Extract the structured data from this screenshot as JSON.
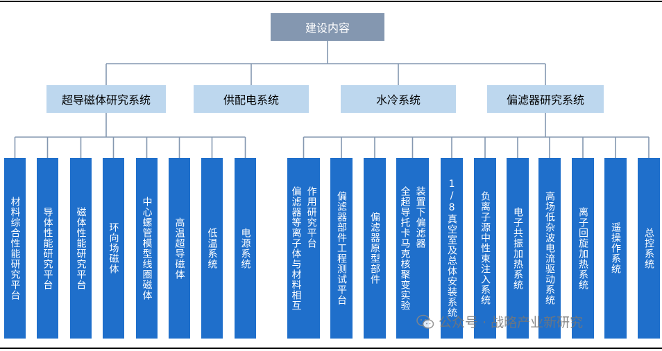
{
  "root": {
    "label": "建设内容"
  },
  "level1": [
    {
      "label": "超导磁体研究系统"
    },
    {
      "label": "供配电系统"
    },
    {
      "label": "水冷系统"
    },
    {
      "label": "偏滤器研究系统"
    }
  ],
  "magnet_children": [
    {
      "lines": [
        "材料综合性能研究平台"
      ]
    },
    {
      "lines": [
        "导体性能研究平台"
      ]
    },
    {
      "lines": [
        "磁体性能研究平台"
      ]
    },
    {
      "lines": [
        "环向场磁体"
      ]
    },
    {
      "lines": [
        "中心螺管模型线圈磁体"
      ]
    },
    {
      "lines": [
        "高温超导磁体"
      ]
    },
    {
      "lines": [
        "低温系统"
      ]
    },
    {
      "lines": [
        "电源系统"
      ]
    }
  ],
  "divertor_children": [
    {
      "lines": [
        "偏滤器等离子体与材料相互",
        "作用研究平台"
      ]
    },
    {
      "lines": [
        "偏滤器部件工程测试平台"
      ]
    },
    {
      "lines": [
        "偏滤器原型部件"
      ]
    },
    {
      "lines": [
        "全超导托卡马克核聚变实验",
        "装置下偏滤器"
      ]
    },
    {
      "lines": [
        "1/8真空室及总体安装系统"
      ]
    },
    {
      "lines": [
        "负离子源中性束注入系统"
      ]
    },
    {
      "lines": [
        "电子共振加热系统"
      ]
    },
    {
      "lines": [
        "高场低杂波电流驱动系统"
      ]
    },
    {
      "lines": [
        "离子回旋加热系统"
      ]
    },
    {
      "lines": [
        "遥操作系统"
      ]
    },
    {
      "lines": [
        "总控系统"
      ]
    }
  ],
  "watermark": {
    "text": "公众号 · 战略产业新研究",
    "icon": "wechat-icon"
  },
  "colors": {
    "root_fill": "#8497b0",
    "level1_fill": "#bdd7ee",
    "leaf_fill": "#1f6fcb",
    "connector": "#8497b0"
  }
}
